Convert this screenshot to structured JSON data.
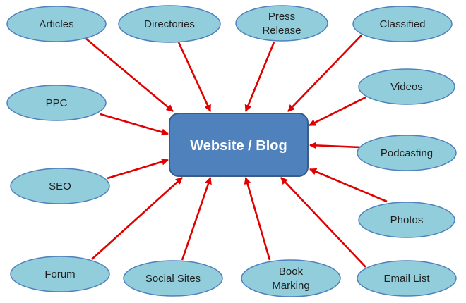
{
  "colors": {
    "node_fill": "#92CDDC",
    "node_stroke": "#4F81BD",
    "hub_fill": "#4F81BD",
    "hub_stroke": "#385D8A",
    "arrow": "#E00000",
    "label": "#1f1f1f",
    "hub_label": "#ffffff"
  },
  "hub": {
    "label": "Website / Blog"
  },
  "nodes": [
    {
      "id": "articles",
      "lines": [
        "Articles"
      ]
    },
    {
      "id": "directories",
      "lines": [
        "Directories"
      ]
    },
    {
      "id": "press-release",
      "lines": [
        "Press",
        "Release"
      ]
    },
    {
      "id": "classified",
      "lines": [
        "Classified"
      ]
    },
    {
      "id": "ppc",
      "lines": [
        "PPC"
      ]
    },
    {
      "id": "videos",
      "lines": [
        "Videos"
      ]
    },
    {
      "id": "seo",
      "lines": [
        "SEO"
      ]
    },
    {
      "id": "podcasting",
      "lines": [
        "Podcasting"
      ]
    },
    {
      "id": "photos",
      "lines": [
        "Photos"
      ]
    },
    {
      "id": "forum",
      "lines": [
        "Forum"
      ]
    },
    {
      "id": "social-sites",
      "lines": [
        "Social Sites"
      ]
    },
    {
      "id": "book-marking",
      "lines": [
        "Book",
        "Marking"
      ]
    },
    {
      "id": "email-list",
      "lines": [
        "Email List"
      ]
    }
  ]
}
